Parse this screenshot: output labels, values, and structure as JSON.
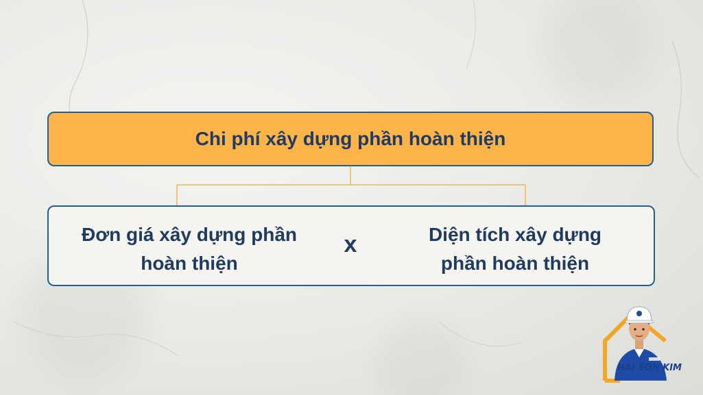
{
  "diagram": {
    "top_label": "Chi phí xây dựng phần hoàn thiện",
    "left_term": "Đơn giá xây dựng phần hoàn thiện",
    "operator": "x",
    "right_term": "Diện tích xây dựng phần hoàn thiện"
  },
  "brand": {
    "name": "HAI SON KIM"
  },
  "colors": {
    "accent_fill": "#fbb34a",
    "border": "#1f5f96",
    "text": "#1f3c60",
    "connector": "#f0b84a"
  }
}
